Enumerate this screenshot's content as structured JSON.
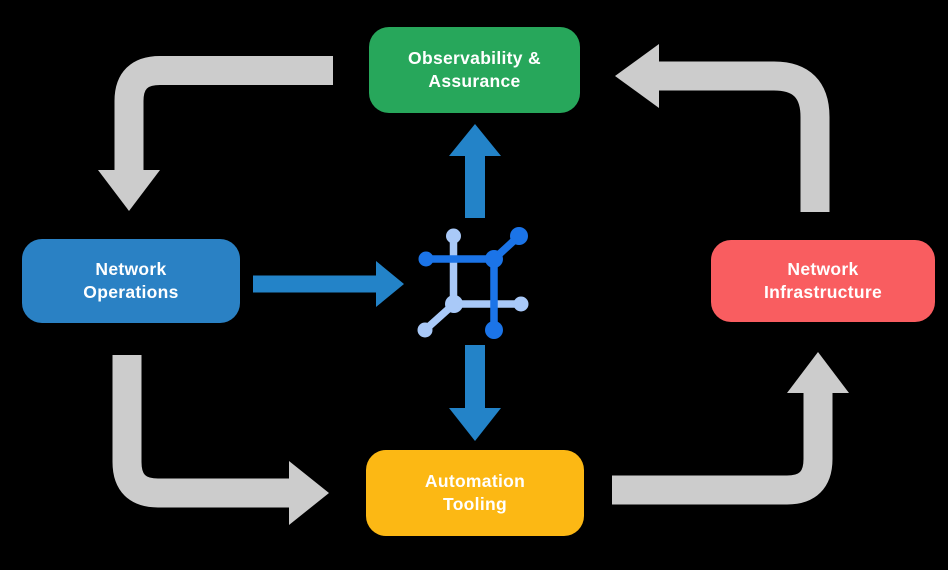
{
  "background": "#000000",
  "colors": {
    "background": "#000000",
    "node-green": "#27a75b",
    "node-blue": "#2a81c4",
    "node-red": "#f95d60",
    "node-yellow": "#fcb814",
    "node-text": "#ffffff",
    "arrow-gray": "#cccccc",
    "arrow-blue": "#2383c8",
    "icon-dark-blue": "#1b74e8",
    "icon-light-blue": "#a9c9f8"
  },
  "nodes": {
    "observability": {
      "line1": "Observability &",
      "line2": "Assurance"
    },
    "operations": {
      "line1": "Network",
      "line2": "Operations"
    },
    "infrastructure": {
      "line1": "Network",
      "line2": "Infrastructure"
    },
    "automation": {
      "line1": "Automation",
      "line2": "Tooling"
    }
  },
  "center_icon": "network-automation-icon",
  "flows": [
    {
      "from": "Observability & Assurance",
      "to": "Network Operations",
      "style": "gray-cycle"
    },
    {
      "from": "Network Operations",
      "to": "Automation Tooling",
      "style": "gray-cycle"
    },
    {
      "from": "Automation Tooling",
      "to": "Network Infrastructure",
      "style": "gray-cycle"
    },
    {
      "from": "Network Infrastructure",
      "to": "Observability & Assurance",
      "style": "gray-cycle"
    },
    {
      "from": "Network Operations",
      "to": "center-icon",
      "style": "blue"
    },
    {
      "from": "center-icon",
      "to": "Observability & Assurance",
      "style": "blue"
    },
    {
      "from": "center-icon",
      "to": "Automation Tooling",
      "style": "blue"
    }
  ]
}
